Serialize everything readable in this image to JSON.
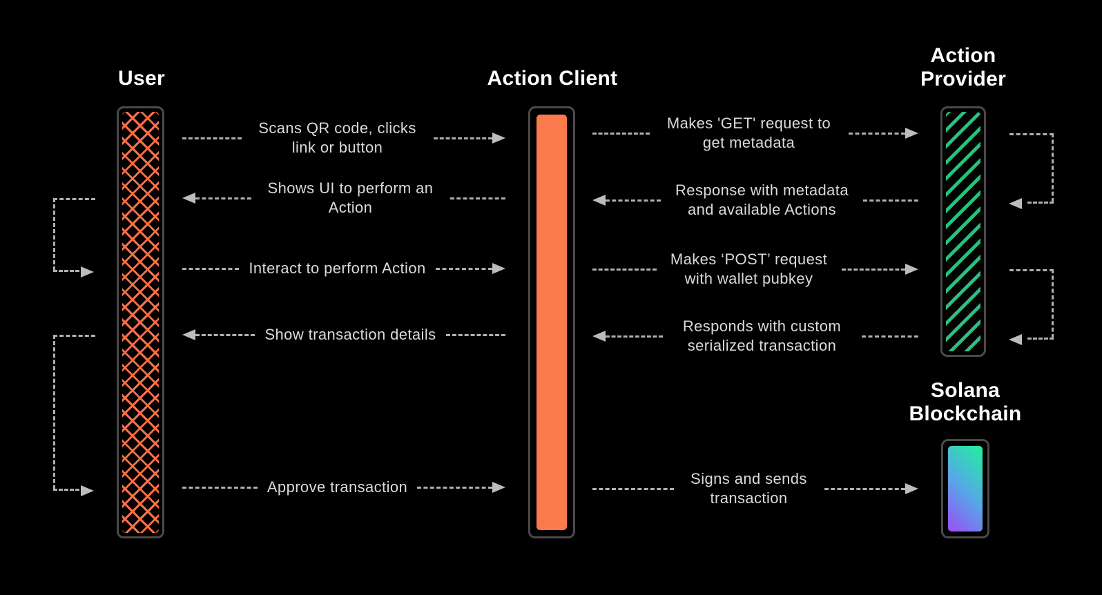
{
  "headers": {
    "user": "User",
    "action_client": "Action Client",
    "action_provider": "Action Provider",
    "solana_blockchain": "Solana Blockchain"
  },
  "actors": [
    {
      "id": "user",
      "label": "User",
      "pattern": "orange-lattice"
    },
    {
      "id": "action-client",
      "label": "Action Client",
      "pattern": "orange-solid"
    },
    {
      "id": "action-provider",
      "label": "Action Provider",
      "pattern": "green-diagonal-stripes"
    },
    {
      "id": "solana-blockchain",
      "label": "Solana Blockchain",
      "pattern": "green-to-purple-gradient"
    }
  ],
  "messages": {
    "user_client": [
      {
        "text": "Scans QR code, clicks link or button",
        "direction": "right",
        "from": "User",
        "to": "Action Client"
      },
      {
        "text": "Shows UI to perform an Action",
        "direction": "left",
        "from": "Action Client",
        "to": "User"
      },
      {
        "text": "Interact to perform Action",
        "direction": "right",
        "from": "User",
        "to": "Action Client"
      },
      {
        "text": "Show transaction details",
        "direction": "left",
        "from": "Action Client",
        "to": "User"
      },
      {
        "text": "Approve transaction",
        "direction": "right",
        "from": "User",
        "to": "Action Client"
      }
    ],
    "client_provider": [
      {
        "text": "Makes 'GET' request to get metadata",
        "direction": "right",
        "from": "Action Client",
        "to": "Action Provider"
      },
      {
        "text": "Response with metadata and available Actions",
        "direction": "left",
        "from": "Action Provider",
        "to": "Action Client"
      },
      {
        "text": "Makes ‘POST’ request with wallet pubkey",
        "direction": "right",
        "from": "Action Client",
        "to": "Action Provider"
      },
      {
        "text": "Responds with custom serialized transaction",
        "direction": "left",
        "from": "Action Provider",
        "to": "Action Client"
      },
      {
        "text": "Signs and sends transaction",
        "direction": "right",
        "from": "Action Client",
        "to": "Solana Blockchain"
      }
    ]
  },
  "self_loops": [
    {
      "actor": "User",
      "side": "left",
      "from_message": "Shows UI to perform an Action",
      "to_message": "Interact to perform Action"
    },
    {
      "actor": "User",
      "side": "left",
      "from_message": "Show transaction details",
      "to_message": "Approve transaction"
    },
    {
      "actor": "Action Provider",
      "side": "right",
      "from_message": "Makes 'GET' request to get metadata",
      "to_message": "Response with metadata and available Actions"
    },
    {
      "actor": "Action Provider",
      "side": "right",
      "from_message": "Makes ‘POST’ request with wallet pubkey",
      "to_message": "Responds with custom serialized transaction"
    }
  ],
  "colors": {
    "background": "#000000",
    "bar_border": "#4a4a4a",
    "orange": "#fb7a4b",
    "lattice_orange": "#fa6f47",
    "stripe_green": "#28c17d",
    "solana_gradient_start": "#1ef29a",
    "solana_gradient_mid": "#57a7e8",
    "solana_gradient_end": "#9b4df5",
    "dash_gray": "#b0b0b0",
    "label_text": "#dadada",
    "header_text": "#ffffff"
  }
}
